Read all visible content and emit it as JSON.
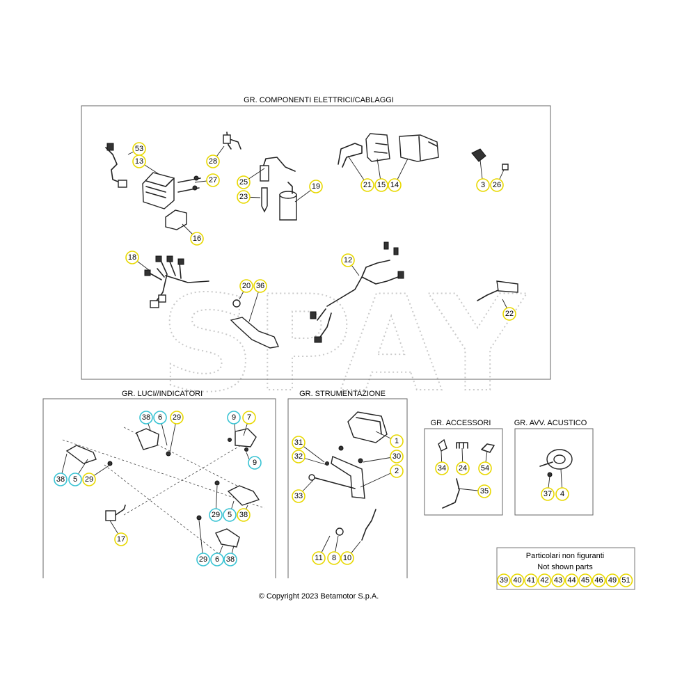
{
  "groups": {
    "electrical": "GR. COMPONENTI ELETTRICI/CABLAGGI",
    "lights": "GR. LUCI//INDICATORI",
    "instruments": "GR. STRUMENTAZIONE",
    "accessories": "GR. ACCESSORI",
    "horn": "GR. AVV. ACUSTICO"
  },
  "watermark": "SPAY",
  "not_shown": {
    "title_it": "Particolari non figuranti",
    "title_en": "Not shown parts",
    "parts": [
      "39",
      "40",
      "41",
      "42",
      "43",
      "44",
      "45",
      "46",
      "49",
      "51"
    ]
  },
  "copyright": "© Copyright 2023 Betamotor S.p.A.",
  "colors": {
    "yellow_ring": "#e8d800",
    "cyan_ring": "#39c3d3",
    "frame": "#666666"
  },
  "callouts": {
    "c53": "53",
    "c13": "13",
    "c28": "28",
    "c27": "27",
    "c16": "16",
    "c25": "25",
    "c23": "23",
    "c19": "19",
    "c21": "21",
    "c15": "15",
    "c14": "14",
    "c3": "3",
    "c26": "26",
    "c18": "18",
    "c20": "20",
    "c36": "36",
    "c12": "12",
    "c22": "22",
    "l38a": "38",
    "l6a": "6",
    "l29a": "29",
    "l9a": "9",
    "l7": "7",
    "l9b": "9",
    "l38b": "38",
    "l5a": "5",
    "l29b": "29",
    "l17": "17",
    "l29c": "29",
    "l5b": "5",
    "l38c": "38",
    "l29d": "29",
    "l6b": "6",
    "l38d": "38",
    "s31": "31",
    "s32": "32",
    "s33": "33",
    "s1": "1",
    "s30": "30",
    "s2": "2",
    "s11": "11",
    "s8": "8",
    "s10": "10",
    "a34": "34",
    "a24": "24",
    "a54": "54",
    "a35": "35",
    "h37": "37",
    "h4": "4"
  }
}
